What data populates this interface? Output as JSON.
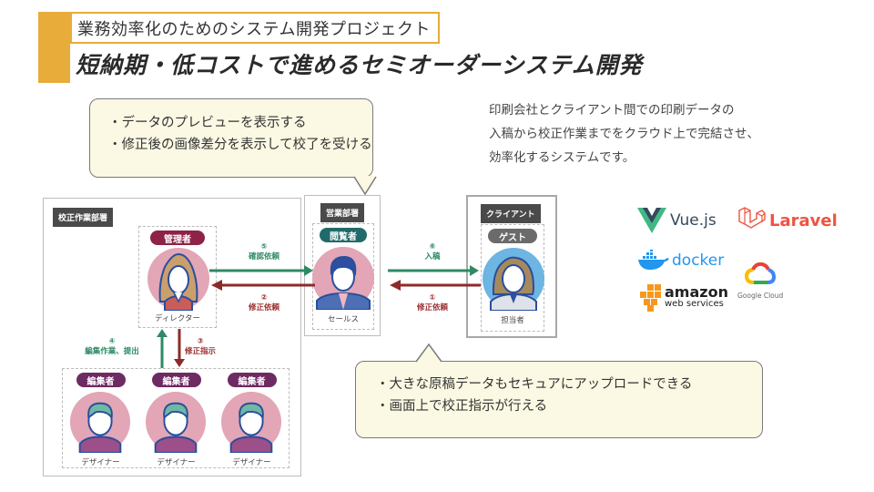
{
  "header": {
    "subtitle": "業務効率化のためのシステム開発プロジェクト",
    "title": "短納期・低コストで進めるセミオーダーシステム開発",
    "accent_color": "#e8ac3a"
  },
  "description": {
    "lines": [
      "印刷会社とクライアント間での印刷データの",
      "入稿から校正作業までをクラウド上で完結させ、",
      "効率化するシステムです。"
    ]
  },
  "callouts": {
    "top": {
      "lines": [
        "・データのプレビューを表示する",
        "・修正後の画像差分を表示して校了を受ける"
      ]
    },
    "bottom": {
      "lines": [
        "・大きな原稿データもセキュアにアップロードできる",
        "・画面上で校正指示が行える"
      ]
    }
  },
  "departments": {
    "proofreading": {
      "label": "校正作業部署",
      "manager": {
        "role": "管理者",
        "caption": "ディレクター",
        "role_color": "#8e2346"
      },
      "editors": [
        {
          "role": "編集者",
          "caption": "デザイナー"
        },
        {
          "role": "編集者",
          "caption": "デザイナー"
        },
        {
          "role": "編集者",
          "caption": "デザイナー"
        }
      ],
      "editor_role_color": "#6e2a63"
    },
    "sales": {
      "label": "営業部署",
      "person": {
        "role": "閲覧者",
        "caption": "セールス",
        "role_color": "#216a6b"
      }
    },
    "client": {
      "label": "クライアント",
      "person": {
        "role": "ゲスト",
        "caption": "担当者",
        "role_color": "#6b6b6b"
      }
    }
  },
  "flows": {
    "step1": {
      "num": "①",
      "label": "修正依頼",
      "color": "#9b2d2d"
    },
    "step2": {
      "num": "②",
      "label": "修正依頼",
      "color": "#9b2d2d"
    },
    "step3": {
      "num": "③",
      "label": "修正指示",
      "color": "#9b2d2d"
    },
    "step4": {
      "num": "④",
      "label": "編集作業、提出",
      "color": "#2e8a65"
    },
    "step5": {
      "num": "⑤",
      "label": "確認依頼",
      "color": "#2e8a65"
    },
    "step6": {
      "num": "⑥",
      "label": "入稿",
      "color": "#2e8a65"
    }
  },
  "tech_stack": {
    "vue": "Vue.js",
    "laravel": "Laravel",
    "docker": "docker",
    "aws_main": "amazon",
    "aws_sub": "web services",
    "gcp": "Google Cloud"
  }
}
